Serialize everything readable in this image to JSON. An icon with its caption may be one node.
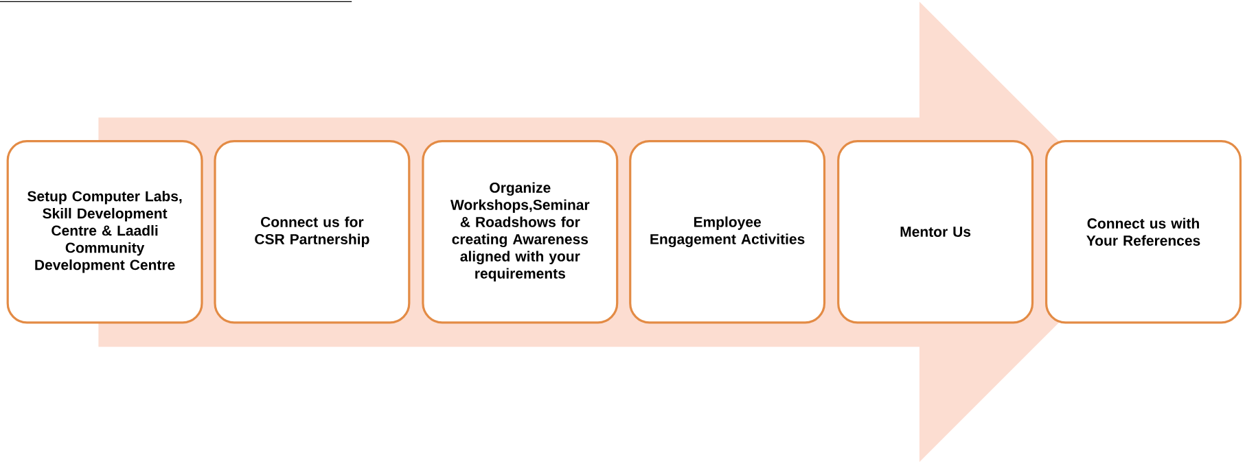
{
  "diagram": {
    "nodes": [
      {
        "text": [
          "Setup Computer Labs, Skill Development Centre & Laadli Community Development Centre"
        ]
      },
      {
        "text": [
          "Connect us for CSR Partnership"
        ]
      },
      {
        "text": [
          "Organize Workshops,Seminar & Roadshows for creating Awareness aligned with your requirements"
        ]
      },
      {
        "text": [
          "Employee Engagement Activities"
        ]
      },
      {
        "text": [
          "Mentor Us"
        ]
      },
      {
        "text": [
          "Connect us with Your References"
        ]
      }
    ],
    "edges": [
      {
        "from": 0,
        "to": 5,
        "arrow": "to"
      }
    ]
  }
}
